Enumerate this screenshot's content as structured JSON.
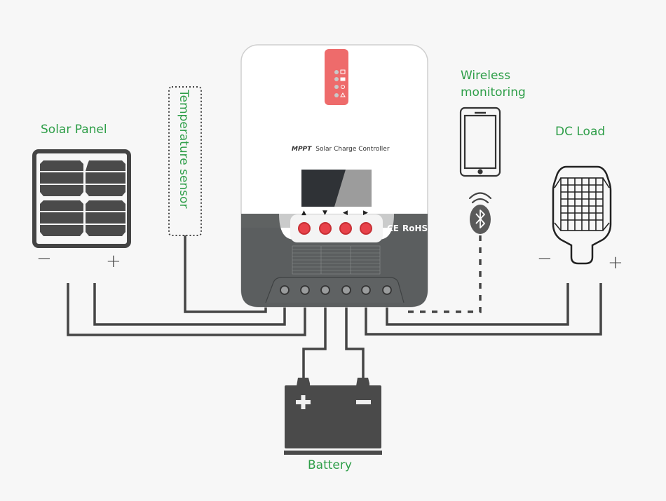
{
  "labels": {
    "solar_panel": "Solar Panel",
    "temperature_sensor": "Temperature sensor",
    "wireless_monitoring_line1": "Wireless",
    "wireless_monitoring_line2": "monitoring",
    "dc_load": "DC Load",
    "battery": "Battery"
  },
  "controller": {
    "brand": "MPPT",
    "name": "Solar Charge Controller",
    "ce_mark": "CE",
    "rohs_mark": "RoHS",
    "button_arrows": [
      "▲",
      "▼",
      "◀",
      "▶"
    ],
    "terminal_count": 6,
    "status_leds": [
      "sun-icon",
      "battery-icon",
      "bulb-icon",
      "warning-icon"
    ]
  },
  "polarity": {
    "solar_minus": "−",
    "solar_plus": "+",
    "load_minus": "−",
    "load_plus": "+",
    "battery_plus": "+",
    "battery_minus": "−"
  },
  "colors": {
    "label_green": "#2e9e48",
    "wire": "#444444",
    "controller_body": "#5a5d5e",
    "led_panel": "#ee6a6a",
    "button_red": "#e8424a",
    "background": "#f7f7f7"
  }
}
